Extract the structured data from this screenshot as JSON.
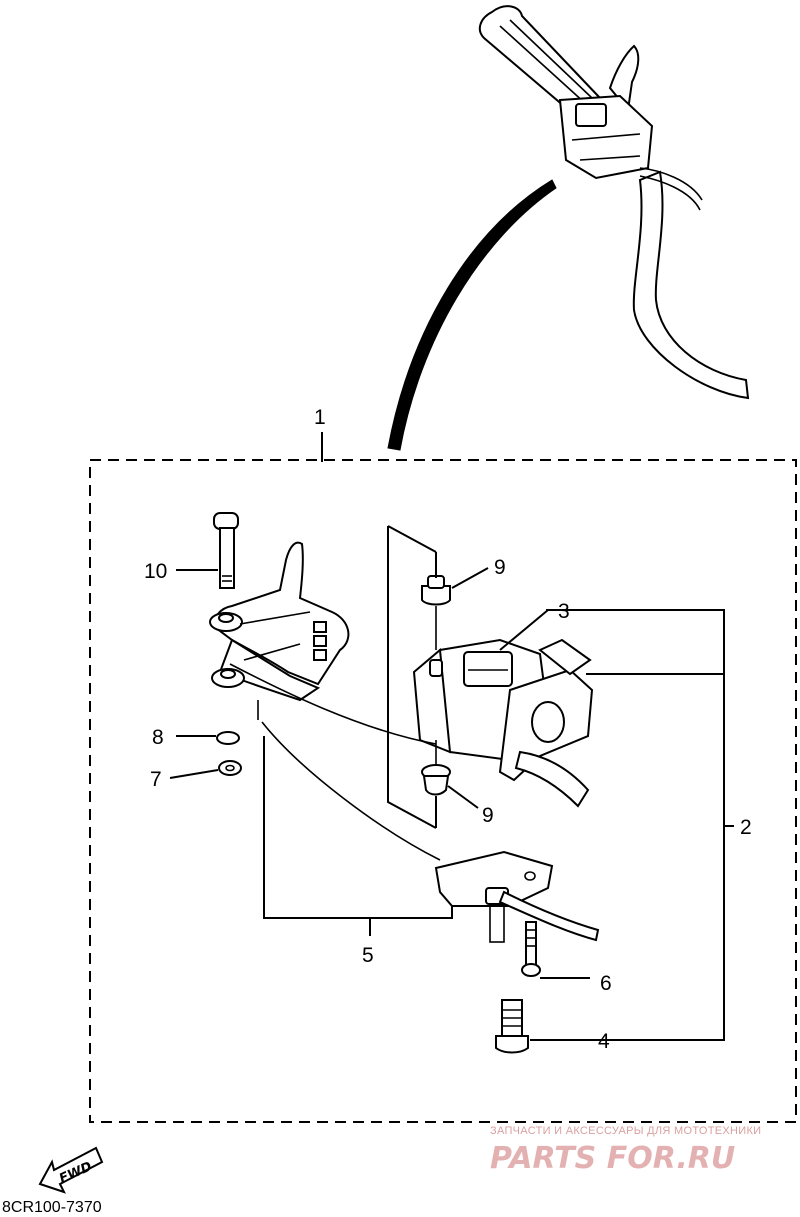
{
  "callouts": {
    "c1": "1",
    "c2": "2",
    "c3": "3",
    "c4": "4",
    "c5": "5",
    "c6": "6",
    "c7": "7",
    "c8": "8",
    "c9a": "9",
    "c9b": "9",
    "c10": "10"
  },
  "direction_label": "FWD",
  "diagram_code": "8CR100-7370",
  "watermark": {
    "tagline": "ЗАПЧАСТИ И АКСЕССУАРЫ ДЛЯ МОТОТЕХНИКИ",
    "brand": "PARTS FOR.RU"
  }
}
